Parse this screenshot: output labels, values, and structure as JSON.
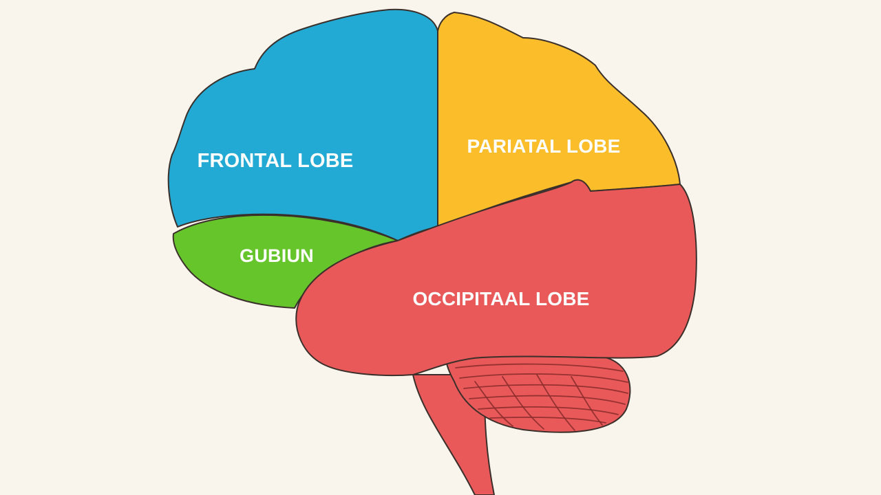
{
  "diagram": {
    "labels": {
      "frontal": "FRONTAL LOBE",
      "parietal": "PARIATAL LOBE",
      "temporal": "GUBIUN",
      "occipital": "OCCIPITAAL LOBE"
    },
    "colors": {
      "background": "#f9f4ec",
      "frontal": "#22a9d4",
      "parietal": "#fbbd2a",
      "temporal": "#67c52c",
      "occipital": "#e9595a",
      "cerebellum": "#e9595a",
      "brainstem": "#e9595a",
      "outline": "#3a2f2a"
    }
  }
}
